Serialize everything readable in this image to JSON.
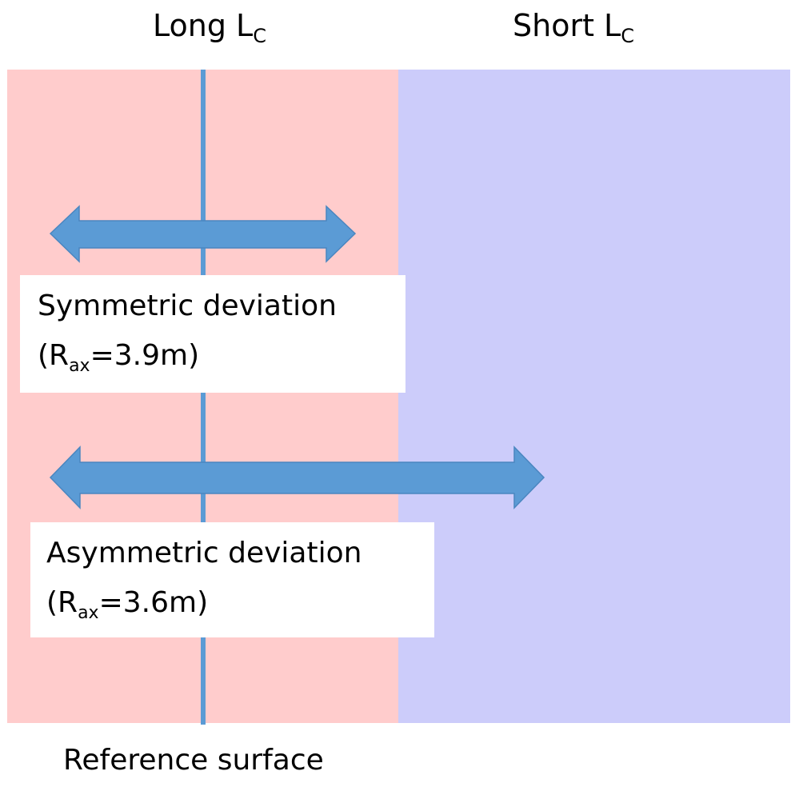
{
  "headers": {
    "long": {
      "main": "Long L",
      "sub": "C"
    },
    "short": {
      "main": "Short L",
      "sub": "C"
    }
  },
  "labels": {
    "symmetric": {
      "title": "Symmetric deviation",
      "open": "(R",
      "sub": "ax",
      "value": "=3.9m)"
    },
    "asymmetric": {
      "title": "Asymmetric deviation",
      "open": "(R",
      "sub": "ax",
      "value": "=3.6m)"
    }
  },
  "footer": "Reference surface",
  "colors": {
    "long_zone": "#ffcccc",
    "short_zone": "#ccccfa",
    "arrow": "#5b9bd5",
    "arrow_stroke": "#4a86c0",
    "reference_line": "#5b9bd5"
  }
}
